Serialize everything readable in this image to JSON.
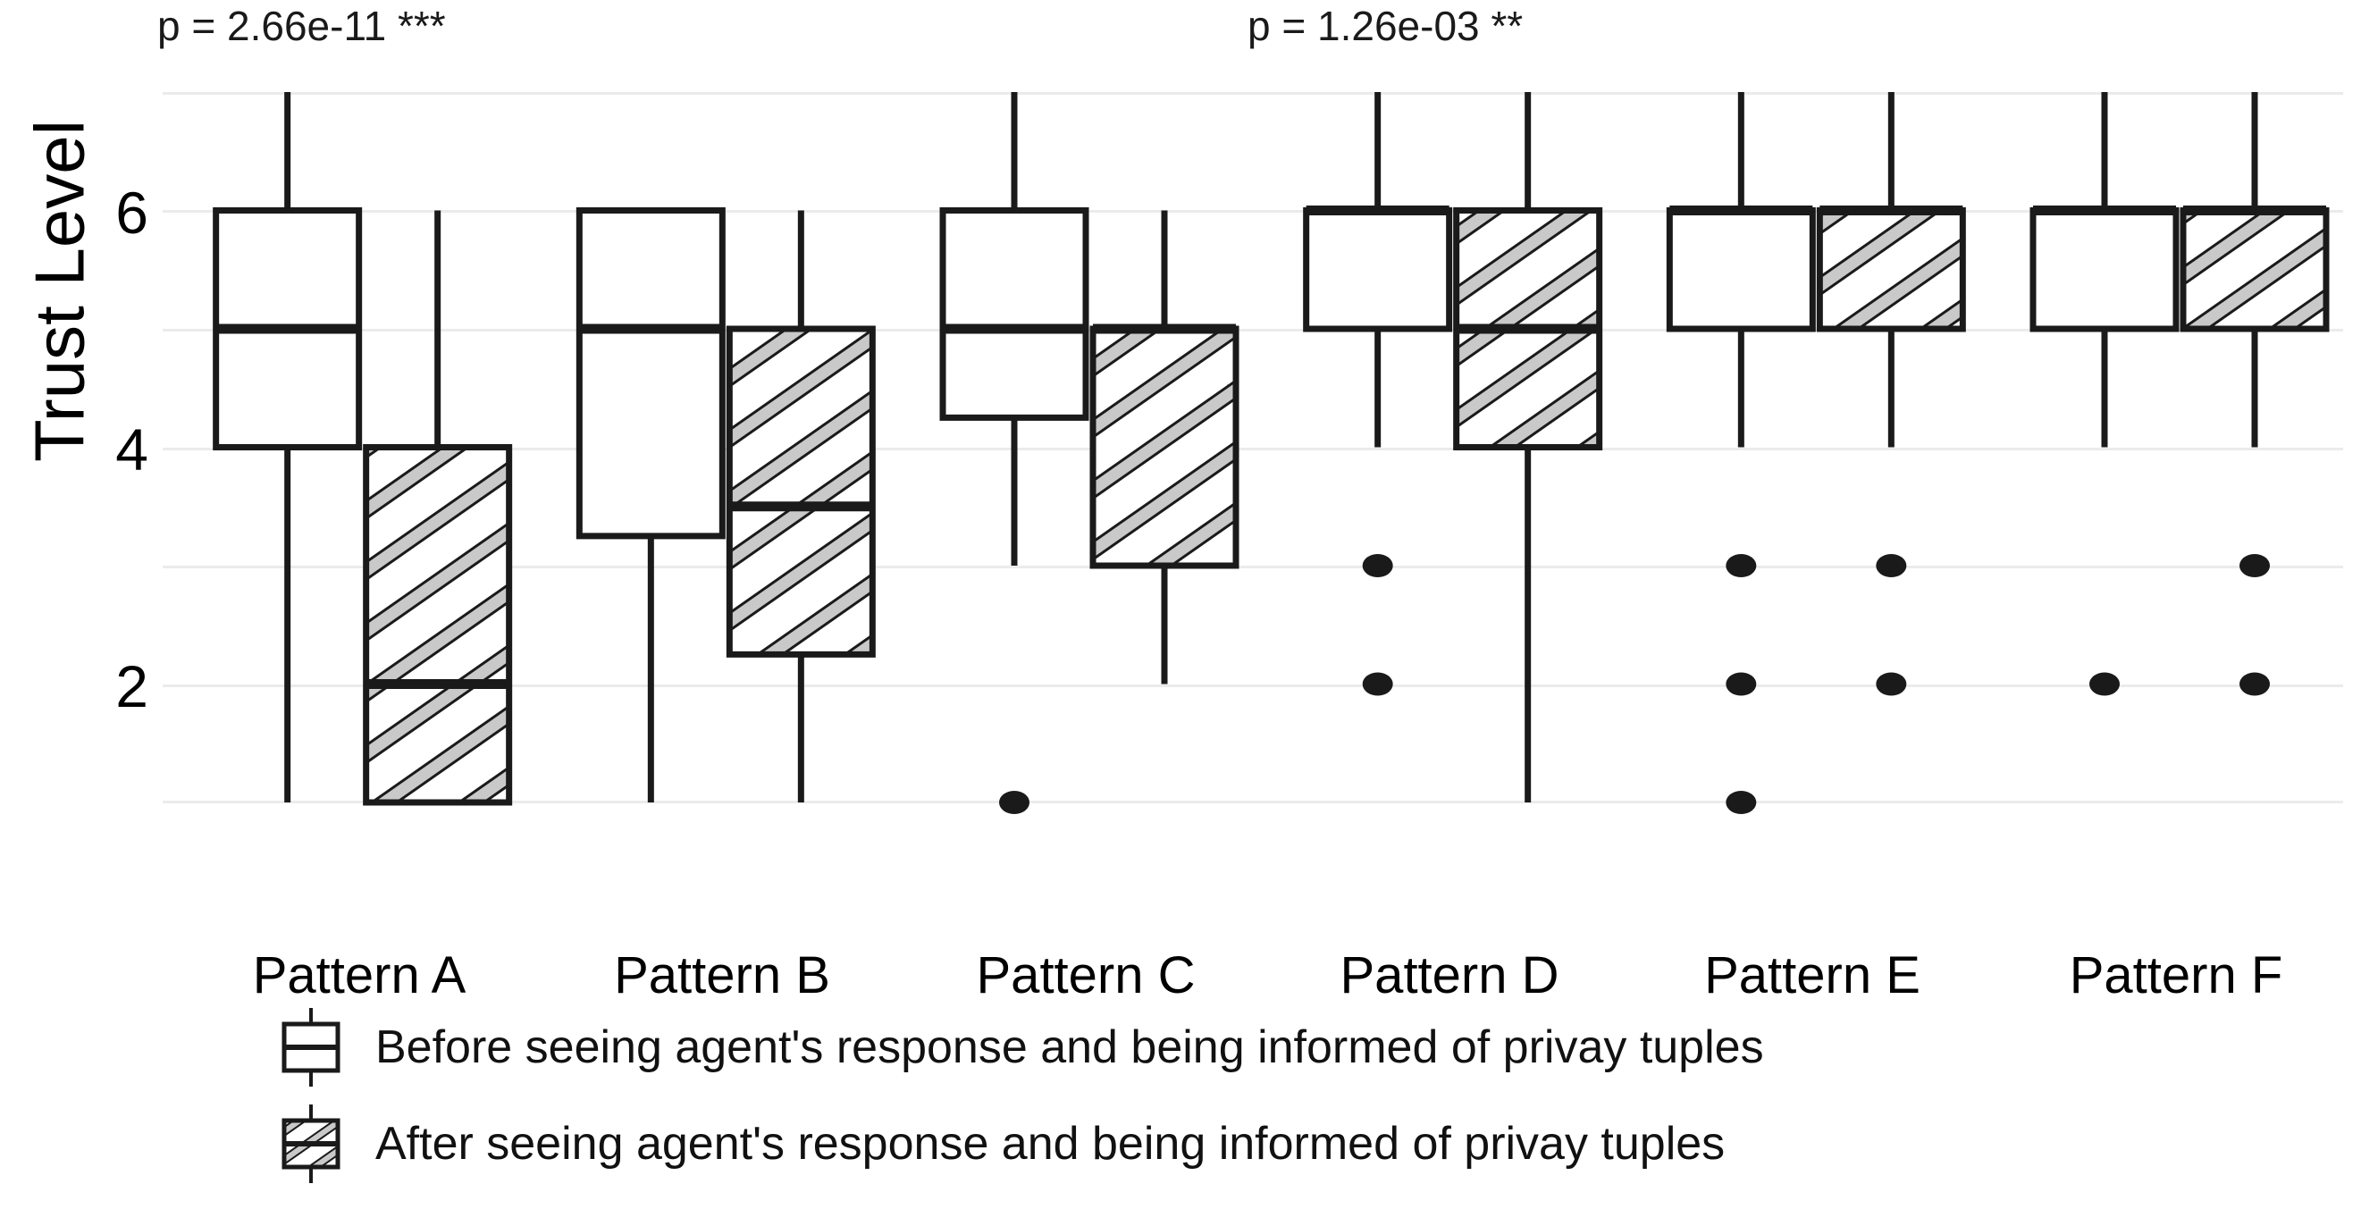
{
  "chart_data": {
    "type": "box",
    "title": "",
    "xlabel": "",
    "ylabel": "Trust Level",
    "ylim": [
      1,
      7
    ],
    "yticks": [
      2,
      4,
      6
    ],
    "ytick_labels": [
      "2",
      "4",
      "6"
    ],
    "gridlines": [
      1,
      2,
      3,
      4,
      5,
      6,
      7
    ],
    "grid": true,
    "categories": [
      "Pattern A",
      "Pattern B",
      "Pattern C",
      "Pattern D",
      "Pattern E",
      "Pattern F"
    ],
    "legend_position": "bottom-left",
    "series": [
      {
        "name": "Before seeing agent's response and being informed of privay tuples",
        "key": "before",
        "fill": "#ffffff",
        "hatch": "none",
        "boxes": [
          {
            "category": "Pattern A",
            "whisker_low": 1,
            "q1": 4,
            "median": 5,
            "q3": 6,
            "whisker_high": 7,
            "outliers": []
          },
          {
            "category": "Pattern B",
            "whisker_low": 1,
            "q1": 3.25,
            "median": 5,
            "q3": 6,
            "whisker_high": 6,
            "outliers": []
          },
          {
            "category": "Pattern C",
            "whisker_low": 3,
            "q1": 4.25,
            "median": 5,
            "q3": 6,
            "whisker_high": 7,
            "outliers": [
              1
            ]
          },
          {
            "category": "Pattern D",
            "whisker_low": 4,
            "q1": 5,
            "median": 6,
            "q3": 6,
            "whisker_high": 7,
            "outliers": [
              3,
              2
            ]
          },
          {
            "category": "Pattern E",
            "whisker_low": 4,
            "q1": 5,
            "median": 6,
            "q3": 6,
            "whisker_high": 7,
            "outliers": [
              3,
              2,
              1
            ]
          },
          {
            "category": "Pattern F",
            "whisker_low": 4,
            "q1": 5,
            "median": 6,
            "q3": 6,
            "whisker_high": 7,
            "outliers": [
              2
            ]
          }
        ]
      },
      {
        "name": "After seeing agent's response and being informed of privay tuples",
        "key": "after",
        "fill": "#ffffff",
        "hatch": "diagonal",
        "boxes": [
          {
            "category": "Pattern A",
            "whisker_low": 1,
            "q1": 1,
            "median": 2,
            "q3": 4,
            "whisker_high": 6,
            "outliers": []
          },
          {
            "category": "Pattern B",
            "whisker_low": 1,
            "q1": 2.25,
            "median": 3.5,
            "q3": 5,
            "whisker_high": 6,
            "outliers": []
          },
          {
            "category": "Pattern C",
            "whisker_low": 2,
            "q1": 3,
            "median": 5,
            "q3": 5,
            "whisker_high": 6,
            "outliers": []
          },
          {
            "category": "Pattern D",
            "whisker_low": 1,
            "q1": 4,
            "median": 5,
            "q3": 6,
            "whisker_high": 7,
            "outliers": []
          },
          {
            "category": "Pattern E",
            "whisker_low": 4,
            "q1": 5,
            "median": 6,
            "q3": 6,
            "whisker_high": 7,
            "outliers": [
              3,
              2
            ]
          },
          {
            "category": "Pattern F",
            "whisker_low": 4,
            "q1": 5,
            "median": 6,
            "q3": 6,
            "whisker_high": 7,
            "outliers": [
              3,
              2
            ]
          }
        ]
      }
    ],
    "annotations": [
      {
        "id": "pval-1",
        "text": "p = 2.66e-11 ***",
        "category": "Pattern A"
      },
      {
        "id": "pval-2",
        "text": "p = 1.26e-03 **",
        "category": "Pattern D"
      }
    ]
  },
  "axis": {
    "ylabel": "Trust Level",
    "ytick_2": "2",
    "ytick_4": "4",
    "ytick_6": "6",
    "xtick_0": "Pattern A",
    "xtick_1": "Pattern B",
    "xtick_2": "Pattern C",
    "xtick_3": "Pattern D",
    "xtick_4": "Pattern E",
    "xtick_5": "Pattern F"
  },
  "annotations": {
    "pvalue_a": "p = 2.66e-11 ***",
    "pvalue_d": "p = 1.26e-03 **"
  },
  "legend": {
    "before_label": "Before seeing agent's response and being informed of privay tuples",
    "after_label": "After seeing agent's response and being informed of privay tuples"
  },
  "colors": {
    "line": "#1a1a1a",
    "grid": "#ebebeb",
    "hatch_fill": "#c9c9c9",
    "box_fill": "#ffffff",
    "text": "#000000"
  }
}
